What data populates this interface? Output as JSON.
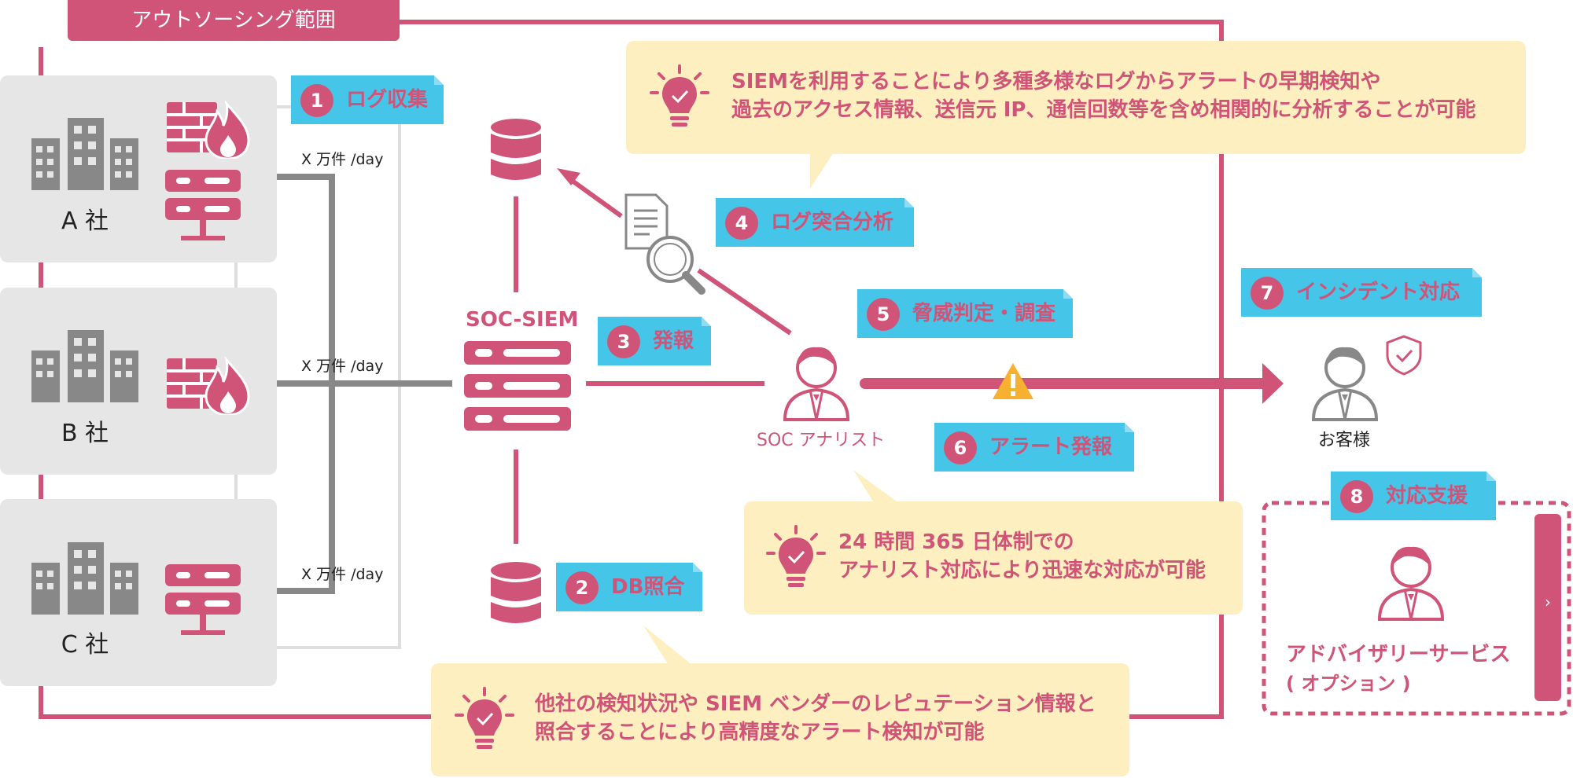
{
  "scope_label": "アウトソーシング範囲",
  "companies": [
    {
      "label": "A 社",
      "volume": "X 万件 /day"
    },
    {
      "label": "B 社",
      "volume": "X 万件 /day"
    },
    {
      "label": "C 社",
      "volume": "X 万件 /day"
    }
  ],
  "steps": [
    {
      "num": "1",
      "label": "ログ収集"
    },
    {
      "num": "2",
      "label": "DB照合"
    },
    {
      "num": "3",
      "label": "発報"
    },
    {
      "num": "4",
      "label": "ログ突合分析"
    },
    {
      "num": "5",
      "label": "脅威判定・調査"
    },
    {
      "num": "6",
      "label": "アラート発報"
    },
    {
      "num": "7",
      "label": "インシデント対応"
    },
    {
      "num": "8",
      "label": "対応支援"
    }
  ],
  "soc_siem_label": "SOC-SIEM",
  "analyst_label": "SOC アナリスト",
  "customer_label": "お客様",
  "advisory": {
    "line1": "アドバイザリーサービス",
    "line2": "( オプション )"
  },
  "callouts": {
    "siem": {
      "line1": "SIEMを利用することにより多種多様なログからアラートの早期検知や",
      "line2": "過去のアクセス情報、送信元 IP、通信回数等を含め相関的に分析することが可能"
    },
    "analyst": {
      "line1": "24 時間 365 日体制での",
      "line2": "アナリスト対応により迅速な対応が可能"
    },
    "db": {
      "line1": "他社の検知状況や SIEM ベンダーのレピュテーション情報と",
      "line2": "照合することにより高精度なアラート検知が可能"
    }
  },
  "next_arrow": "›",
  "colors": {
    "accent": "#cf5478",
    "tag": "#45c5e8",
    "callout": "#fdefbf",
    "gray": "#888888",
    "warning": "#f6b130"
  },
  "icons": [
    "building-icon",
    "firewall-icon",
    "server-icon",
    "database-icon",
    "document-search-icon",
    "person-icon",
    "shield-check-icon",
    "warning-icon",
    "lightbulb-icon"
  ]
}
